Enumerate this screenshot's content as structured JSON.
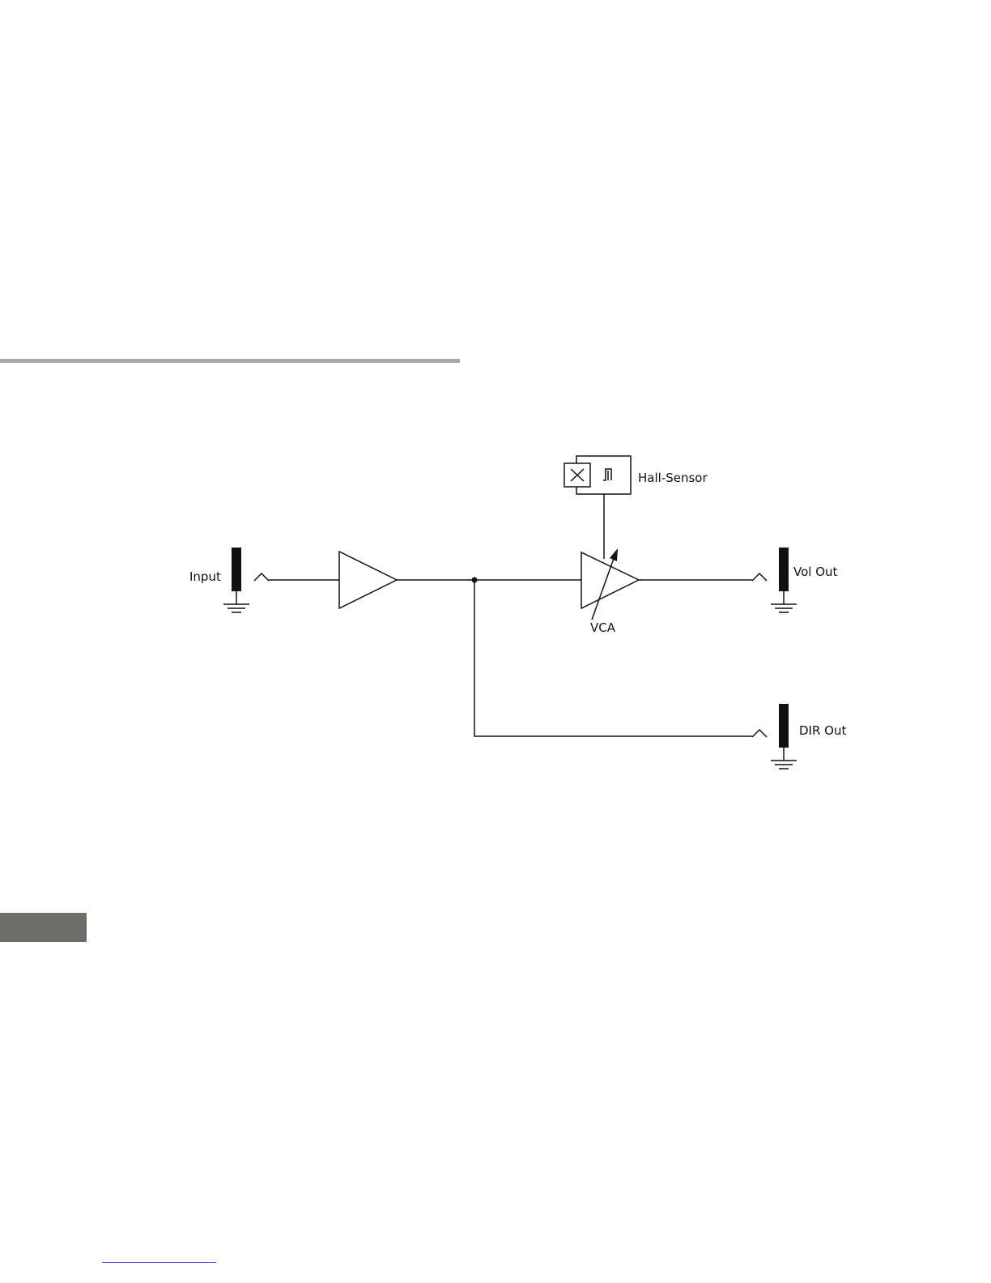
{
  "labels": {
    "input": "Input",
    "hall_sensor": "Hall-Sensor",
    "vca": "VCA",
    "vol_out": "Vol Out",
    "dir_out": "DIR Out"
  },
  "colors": {
    "line": "#111111",
    "rule": "#a9a9a9",
    "side_tab": "#6e6d68",
    "link_underline": "#3a3ad0"
  }
}
